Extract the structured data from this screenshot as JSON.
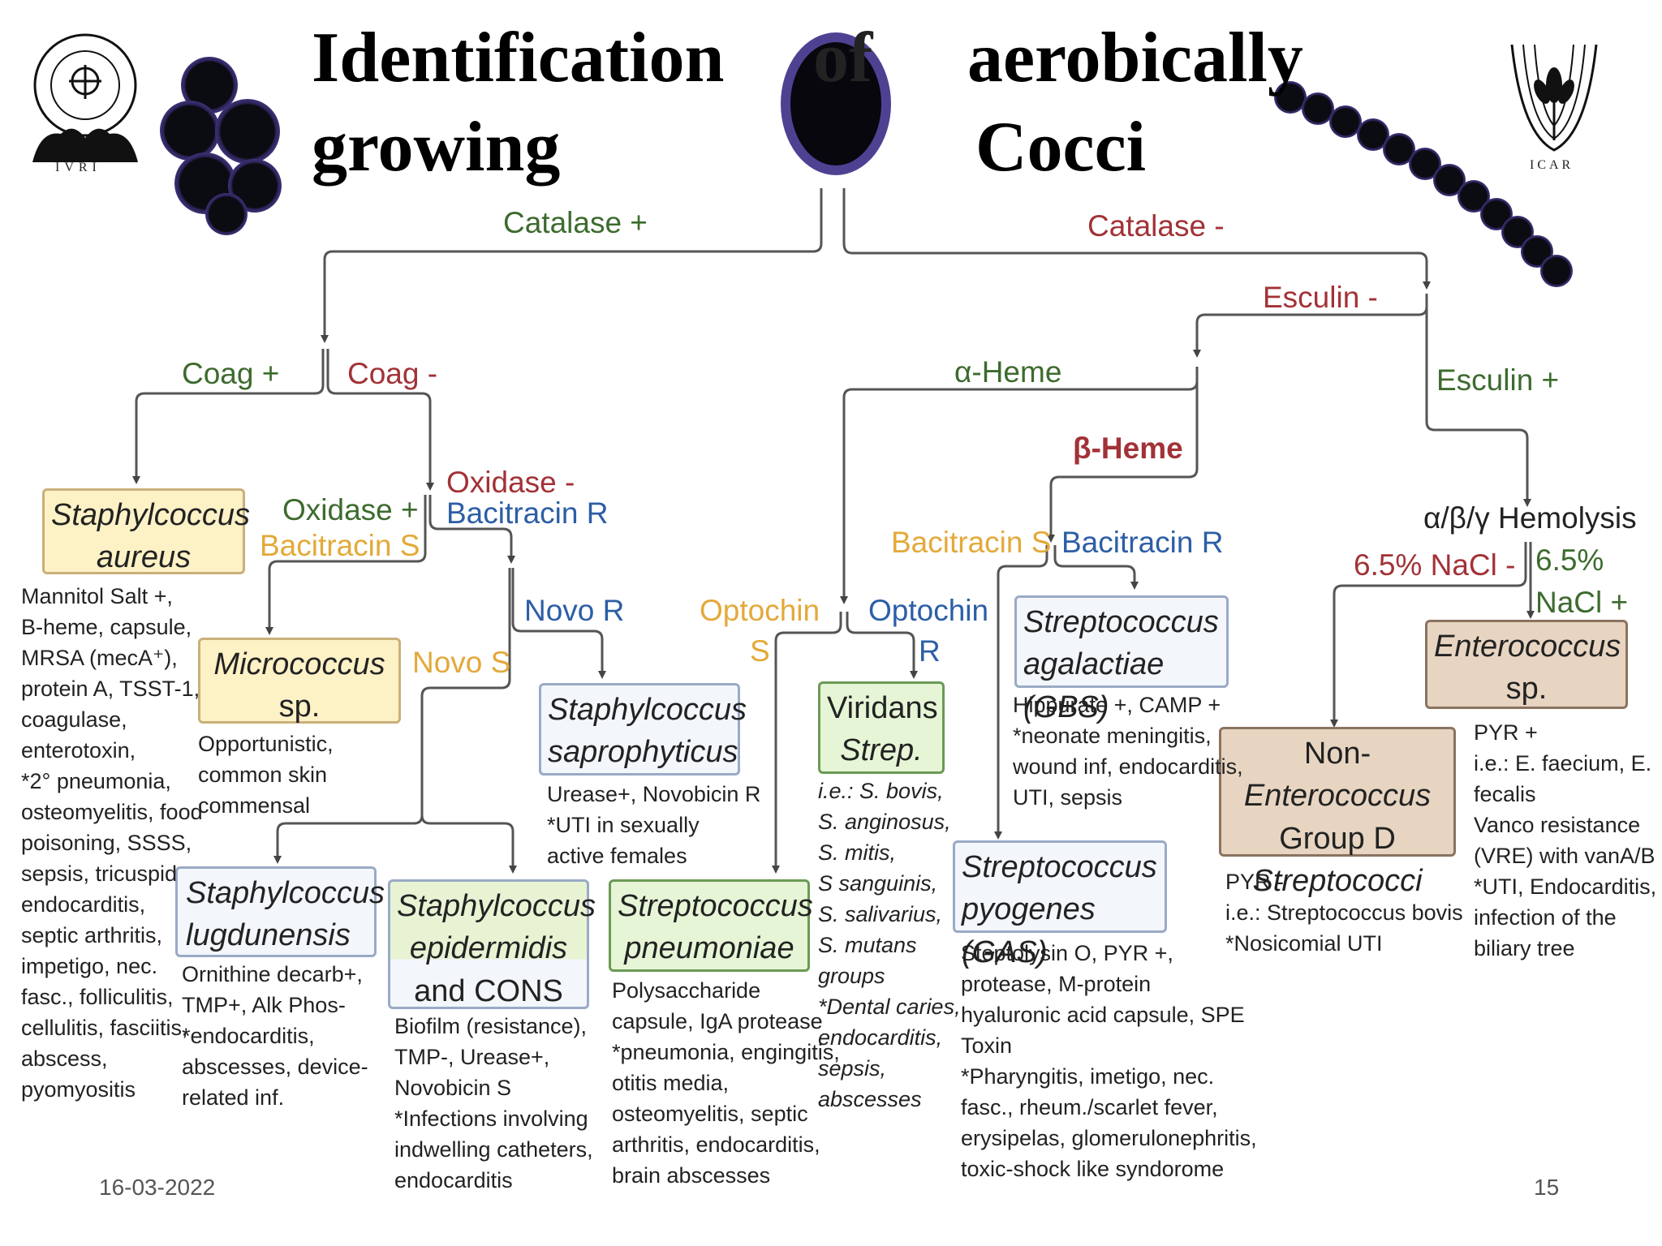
{
  "title": {
    "line1_a": "Identification",
    "line1_b": "of",
    "line1_c": "aerobically",
    "line2_a": "growing",
    "line2_b": "Cocci"
  },
  "logos": {
    "left": "IVRI",
    "right": "ICAR"
  },
  "branches": {
    "catalase_pos": "Catalase +",
    "catalase_neg": "Catalase -",
    "coag_pos": "Coag +",
    "coag_neg": "Coag -",
    "oxidase_pos": "Oxidase +",
    "bacitracin_s_1": "Bacitracin S",
    "oxidase_neg": "Oxidase -",
    "bacitracin_r_1": "Bacitracin R",
    "novo_r": "Novo R",
    "novo_s": "Novo S",
    "esculin_neg": "Esculin -",
    "esculin_pos": "Esculin +",
    "alpha_heme": "α-Heme",
    "beta_heme": "β-Heme",
    "bacitracin_s_2": "Bacitracin S",
    "bacitracin_r_2": "Bacitracin R",
    "optochin_s": "Optochin",
    "optochin_s2": "S",
    "optochin_r": "Optochin",
    "optochin_r2": "R",
    "hemolysis": "α/β/γ Hemolysis",
    "nacl_neg": "6.5% NaCl -",
    "nacl_pos_1": "6.5%",
    "nacl_pos_2": "NaCl +"
  },
  "organisms": {
    "s_aureus_1": "Staphylcoccus",
    "s_aureus_2": "aureus",
    "micrococcus_1": "Micrococcus",
    "micrococcus_2": "sp.",
    "s_saprophyticus_1": "Staphylcoccus",
    "s_saprophyticus_2": "saprophyticus",
    "s_lugdunensis_1": "Staphylcoccus",
    "s_lugdunensis_2": "lugdunensis",
    "s_epidermidis_1": "Staphylcoccus",
    "s_epidermidis_2": "epidermidis",
    "s_epidermidis_3": "and CONS",
    "s_pneumoniae_1": "Streptococcus",
    "s_pneumoniae_2": "pneumoniae",
    "viridans_1": "Viridans",
    "viridans_2": "Strep.",
    "s_agalactiae_1": "Streptococcus",
    "s_agalactiae_2": "agalactiae (GBS)",
    "s_pyogenes_1": "Streptococcus",
    "s_pyogenes_2": "pyogenes (GAS)",
    "non_entero_1a": "Non-",
    "non_entero_1b": "Enterococcus",
    "non_entero_2": "Group D",
    "non_entero_3": "Streptococci",
    "enterococcus_1": "Enterococcus",
    "enterococcus_2": "sp."
  },
  "notes": {
    "s_aureus": "Mannitol Salt +,\nB-heme, capsule,\nMRSA (mecA⁺),\nprotein A, TSST-1,\ncoagulase,\nenterotoxin,\n*2° pneumonia,\nosteomyelitis, food\npoisoning, SSSS,\nsepsis, tricuspid\nendocarditis,\nseptic arthritis,\nimpetigo, nec.\nfasc., folliculitis,\ncellulitis, fasciitis,\nabscess,\npyomyositis",
    "micrococcus": "Opportunistic,\ncommon skin\ncommensal",
    "s_saprophyticus": "Urease+, Novobicin R\n*UTI in sexually\nactive females",
    "s_lugdunensis": "Ornithine decarb+,\nTMP+, Alk Phos-\n*endocarditis,\nabscesses, device-\nrelated inf.",
    "s_epidermidis": "Biofilm (resistance),\nTMP-, Urease+,\nNovobicin S\n*Infections involving\nindwelling catheters,\nendocarditis",
    "s_pneumoniae": "Polysaccharide\ncapsule, IgA protease\n*pneumonia, engingitis,\notitis media,\nosteomyelitis, septic\narthritis, endocarditis,\nbrain abscesses",
    "viridans": "i.e.: S. bovis,\nS. anginosus,\nS. mitis,\nS sanguinis,\nS. salivarius,\nS. mutans\ngroups\n*Dental caries,\nendocarditis,\nsepsis,\nabscesses",
    "s_agalactiae": "Hippurate +, CAMP +\n*neonate meningitis,\nwound inf, endocarditis,\nUTI, sepsis",
    "s_pyogenes": "Steptolysin O, PYR +,\nprotease, M-protein\nhyaluronic acid capsule, SPE\nToxin\n*Pharyngitis, imetigo, nec.\nfasc., rheum./scarlet fever,\nerysipelas, glomerulonephritis,\ntoxic-shock like syndorome",
    "non_entero": "PYR -\ni.e.: Streptococcus bovis\n*Nosicomial UTI",
    "enterococcus": "PYR +\ni.e.: E. faecium, E.\nfecalis\nVanco resistance\n(VRE) with vanA/B\n*UTI, Endocarditis,\ninfection of the\nbiliary tree"
  },
  "footer": {
    "date": "16-03-2022",
    "page": "15"
  }
}
